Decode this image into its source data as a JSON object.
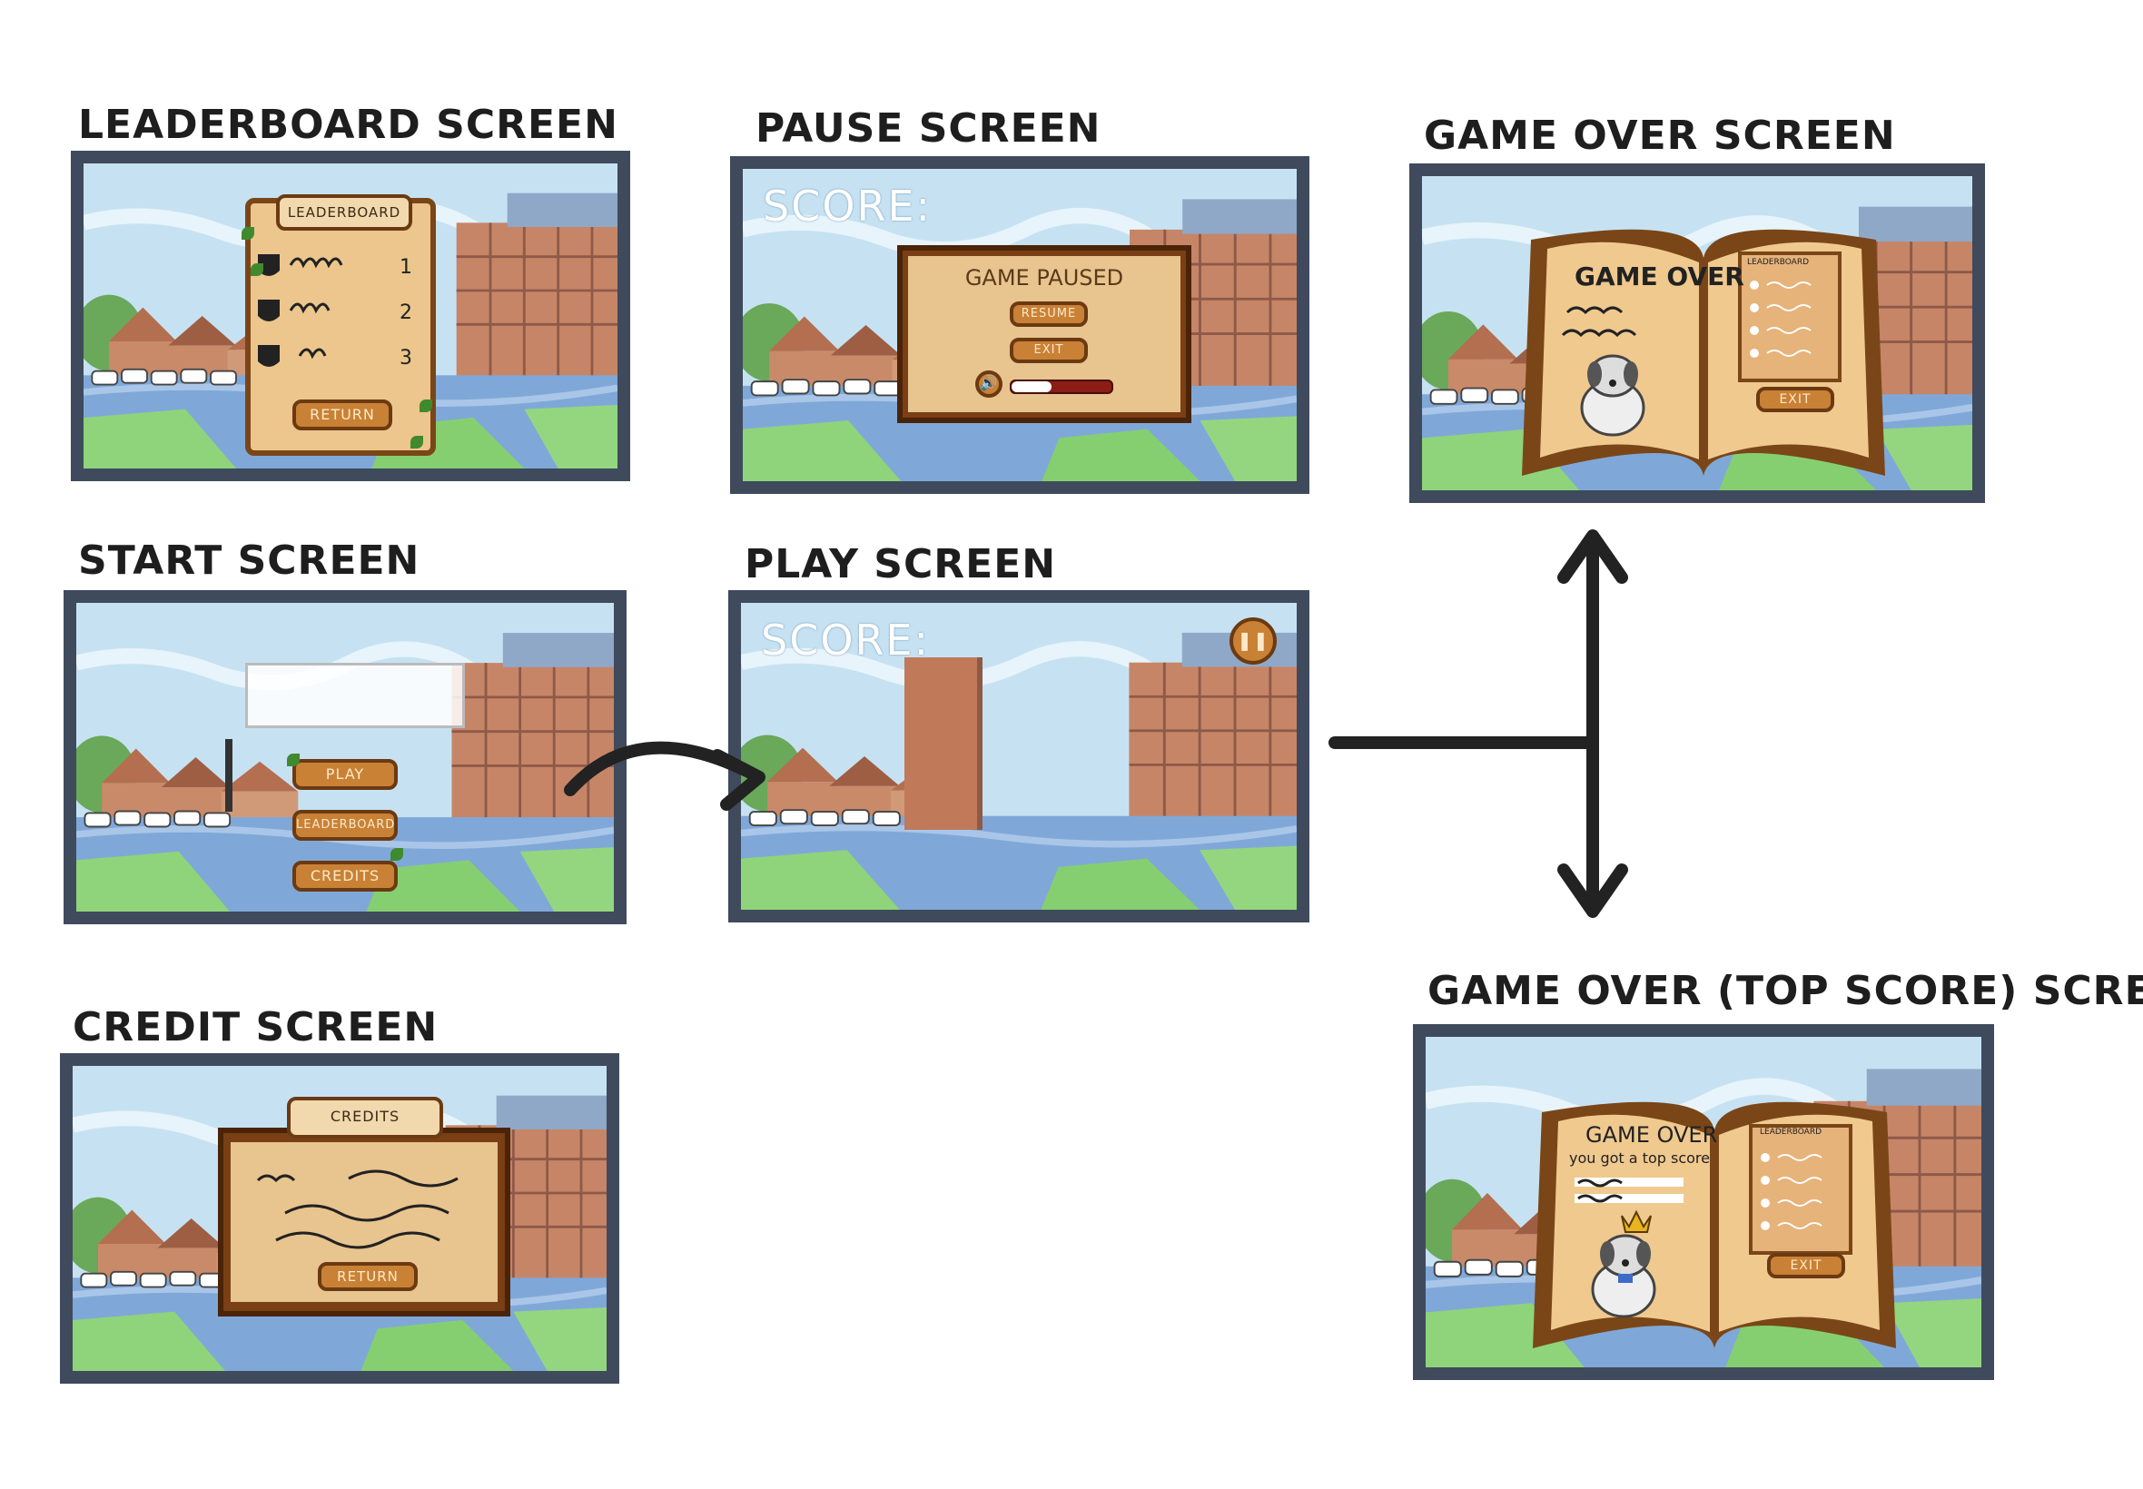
{
  "screens": {
    "leaderboard": {
      "title": "LEADERBOARD SCREEN",
      "panel_title": "LEADERBOARD",
      "ranks": [
        "1",
        "2",
        "3"
      ],
      "return_label": "RETURN"
    },
    "pause": {
      "title": "PAUSE SCREEN",
      "score_label": "SCORE:",
      "panel_title": "GAME PAUSED",
      "resume_label": "RESUME",
      "exit_label": "EXIT"
    },
    "game_over": {
      "title": "GAME OVER SCREEN",
      "heading": "GAME OVER",
      "side_title": "LEADERBOARD",
      "exit_label": "EXIT"
    },
    "start": {
      "title": "START SCREEN",
      "play_label": "PLAY",
      "leaderboard_label": "LEADERBOARD",
      "credits_label": "CREDITS"
    },
    "play": {
      "title": "PLAY SCREEN",
      "score_label": "SCORE:"
    },
    "credit": {
      "title": "CREDIT SCREEN",
      "panel_title": "CREDITS",
      "return_label": "RETURN"
    },
    "game_over_top": {
      "title": "GAME OVER (TOP SCORE) SCREEN",
      "heading": "GAME OVER",
      "subheading": "you got a top score",
      "side_title": "LEADERBOARD",
      "exit_label": "EXIT"
    }
  },
  "colors": {
    "frame": "#3f4a5c",
    "wood": "#c98136",
    "parchment": "#ecc68c",
    "arrow": "#222222"
  }
}
